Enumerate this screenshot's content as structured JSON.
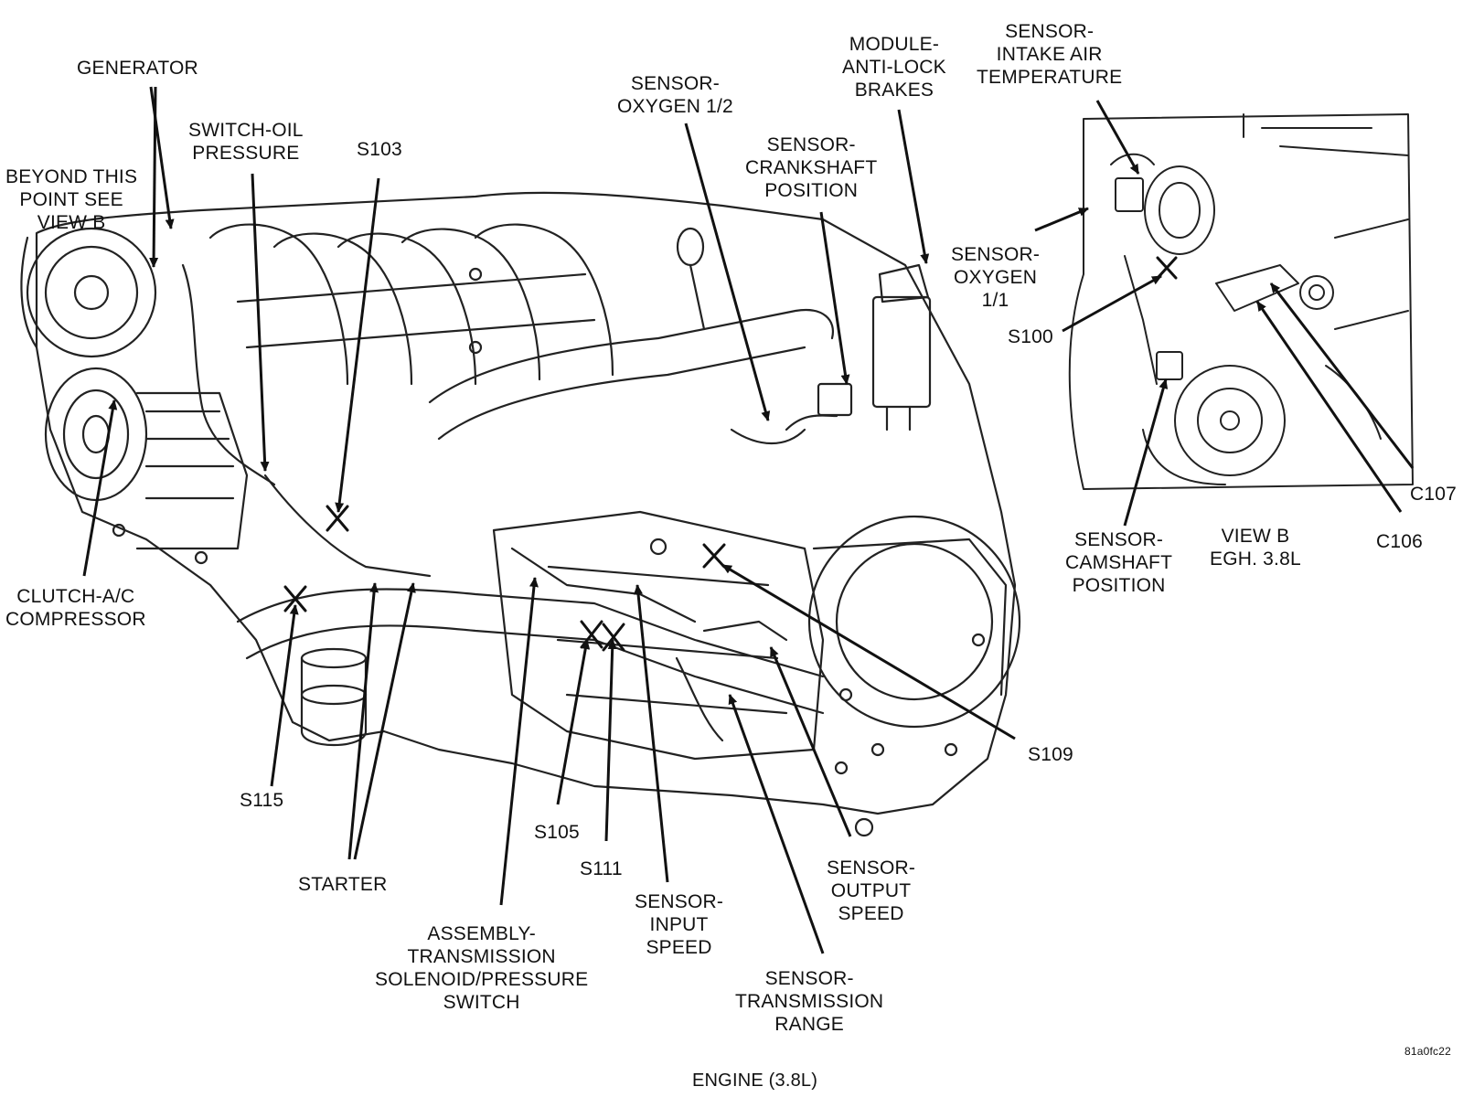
{
  "figure_id": "81a0fc22",
  "caption": "ENGINE (3.8L)",
  "view_b_title": [
    "VIEW B",
    "EGH. 3.8L"
  ],
  "labels": {
    "generator": [
      "GENERATOR"
    ],
    "switch_oil_pressure": [
      "SWITCH-OIL",
      "PRESSURE"
    ],
    "s103": [
      "S103"
    ],
    "beyond_this_point": [
      "BEYOND THIS",
      "POINT SEE",
      "VIEW B"
    ],
    "sensor_oxygen_12": [
      "SENSOR-",
      "OXYGEN 1/2"
    ],
    "module_anti_lock": [
      "MODULE-",
      "ANTI-LOCK",
      "BRAKES"
    ],
    "sensor_crankshaft": [
      "SENSOR-",
      "CRANKSHAFT",
      "POSITION"
    ],
    "sensor_intake_air": [
      "SENSOR-",
      "INTAKE AIR",
      "TEMPERATURE"
    ],
    "sensor_oxygen_11": [
      "SENSOR-",
      "OXYGEN",
      "1/1"
    ],
    "s100": [
      "S100"
    ],
    "c107": [
      "C107"
    ],
    "c106": [
      "C106"
    ],
    "sensor_camshaft": [
      "SENSOR-",
      "CAMSHAFT",
      "POSITION"
    ],
    "clutch_ac": [
      "CLUTCH-A/C",
      "COMPRESSOR"
    ],
    "s109": [
      "S109"
    ],
    "s115": [
      "S115"
    ],
    "s105": [
      "S105"
    ],
    "s111": [
      "S111"
    ],
    "starter": [
      "STARTER"
    ],
    "sensor_input_speed": [
      "SENSOR-",
      "INPUT",
      "SPEED"
    ],
    "sensor_output_speed": [
      "SENSOR-",
      "OUTPUT",
      "SPEED"
    ],
    "assembly_transmission": [
      "ASSEMBLY-",
      "TRANSMISSION",
      "SOLENOID/PRESSURE",
      "SWITCH"
    ],
    "sensor_transmission_range": [
      "SENSOR-",
      "TRANSMISSION",
      "RANGE"
    ]
  }
}
